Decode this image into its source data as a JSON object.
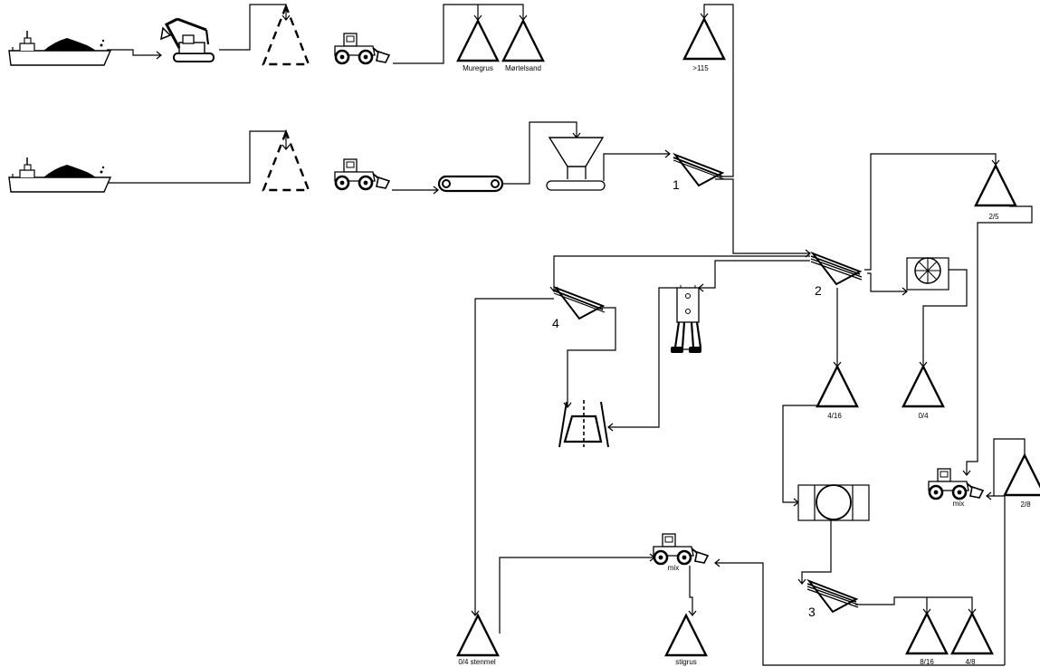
{
  "labels": {
    "muregrus": "Muregrus",
    "mortelsand": "Mørtelsand",
    "gt115": ">115",
    "s2_5": "2/5",
    "s4_16": "4/16",
    "s0_4": "0/4",
    "s2_8": "2/8",
    "s8_16": "8/16",
    "s4_8": "4/8",
    "stenmel": "0/4 stenmel",
    "stigrus": "stigrus",
    "mix1": "mix",
    "mix2": "mix"
  },
  "numbers": {
    "n1": "1",
    "n2": "2",
    "n3": "3",
    "n4": "4"
  }
}
